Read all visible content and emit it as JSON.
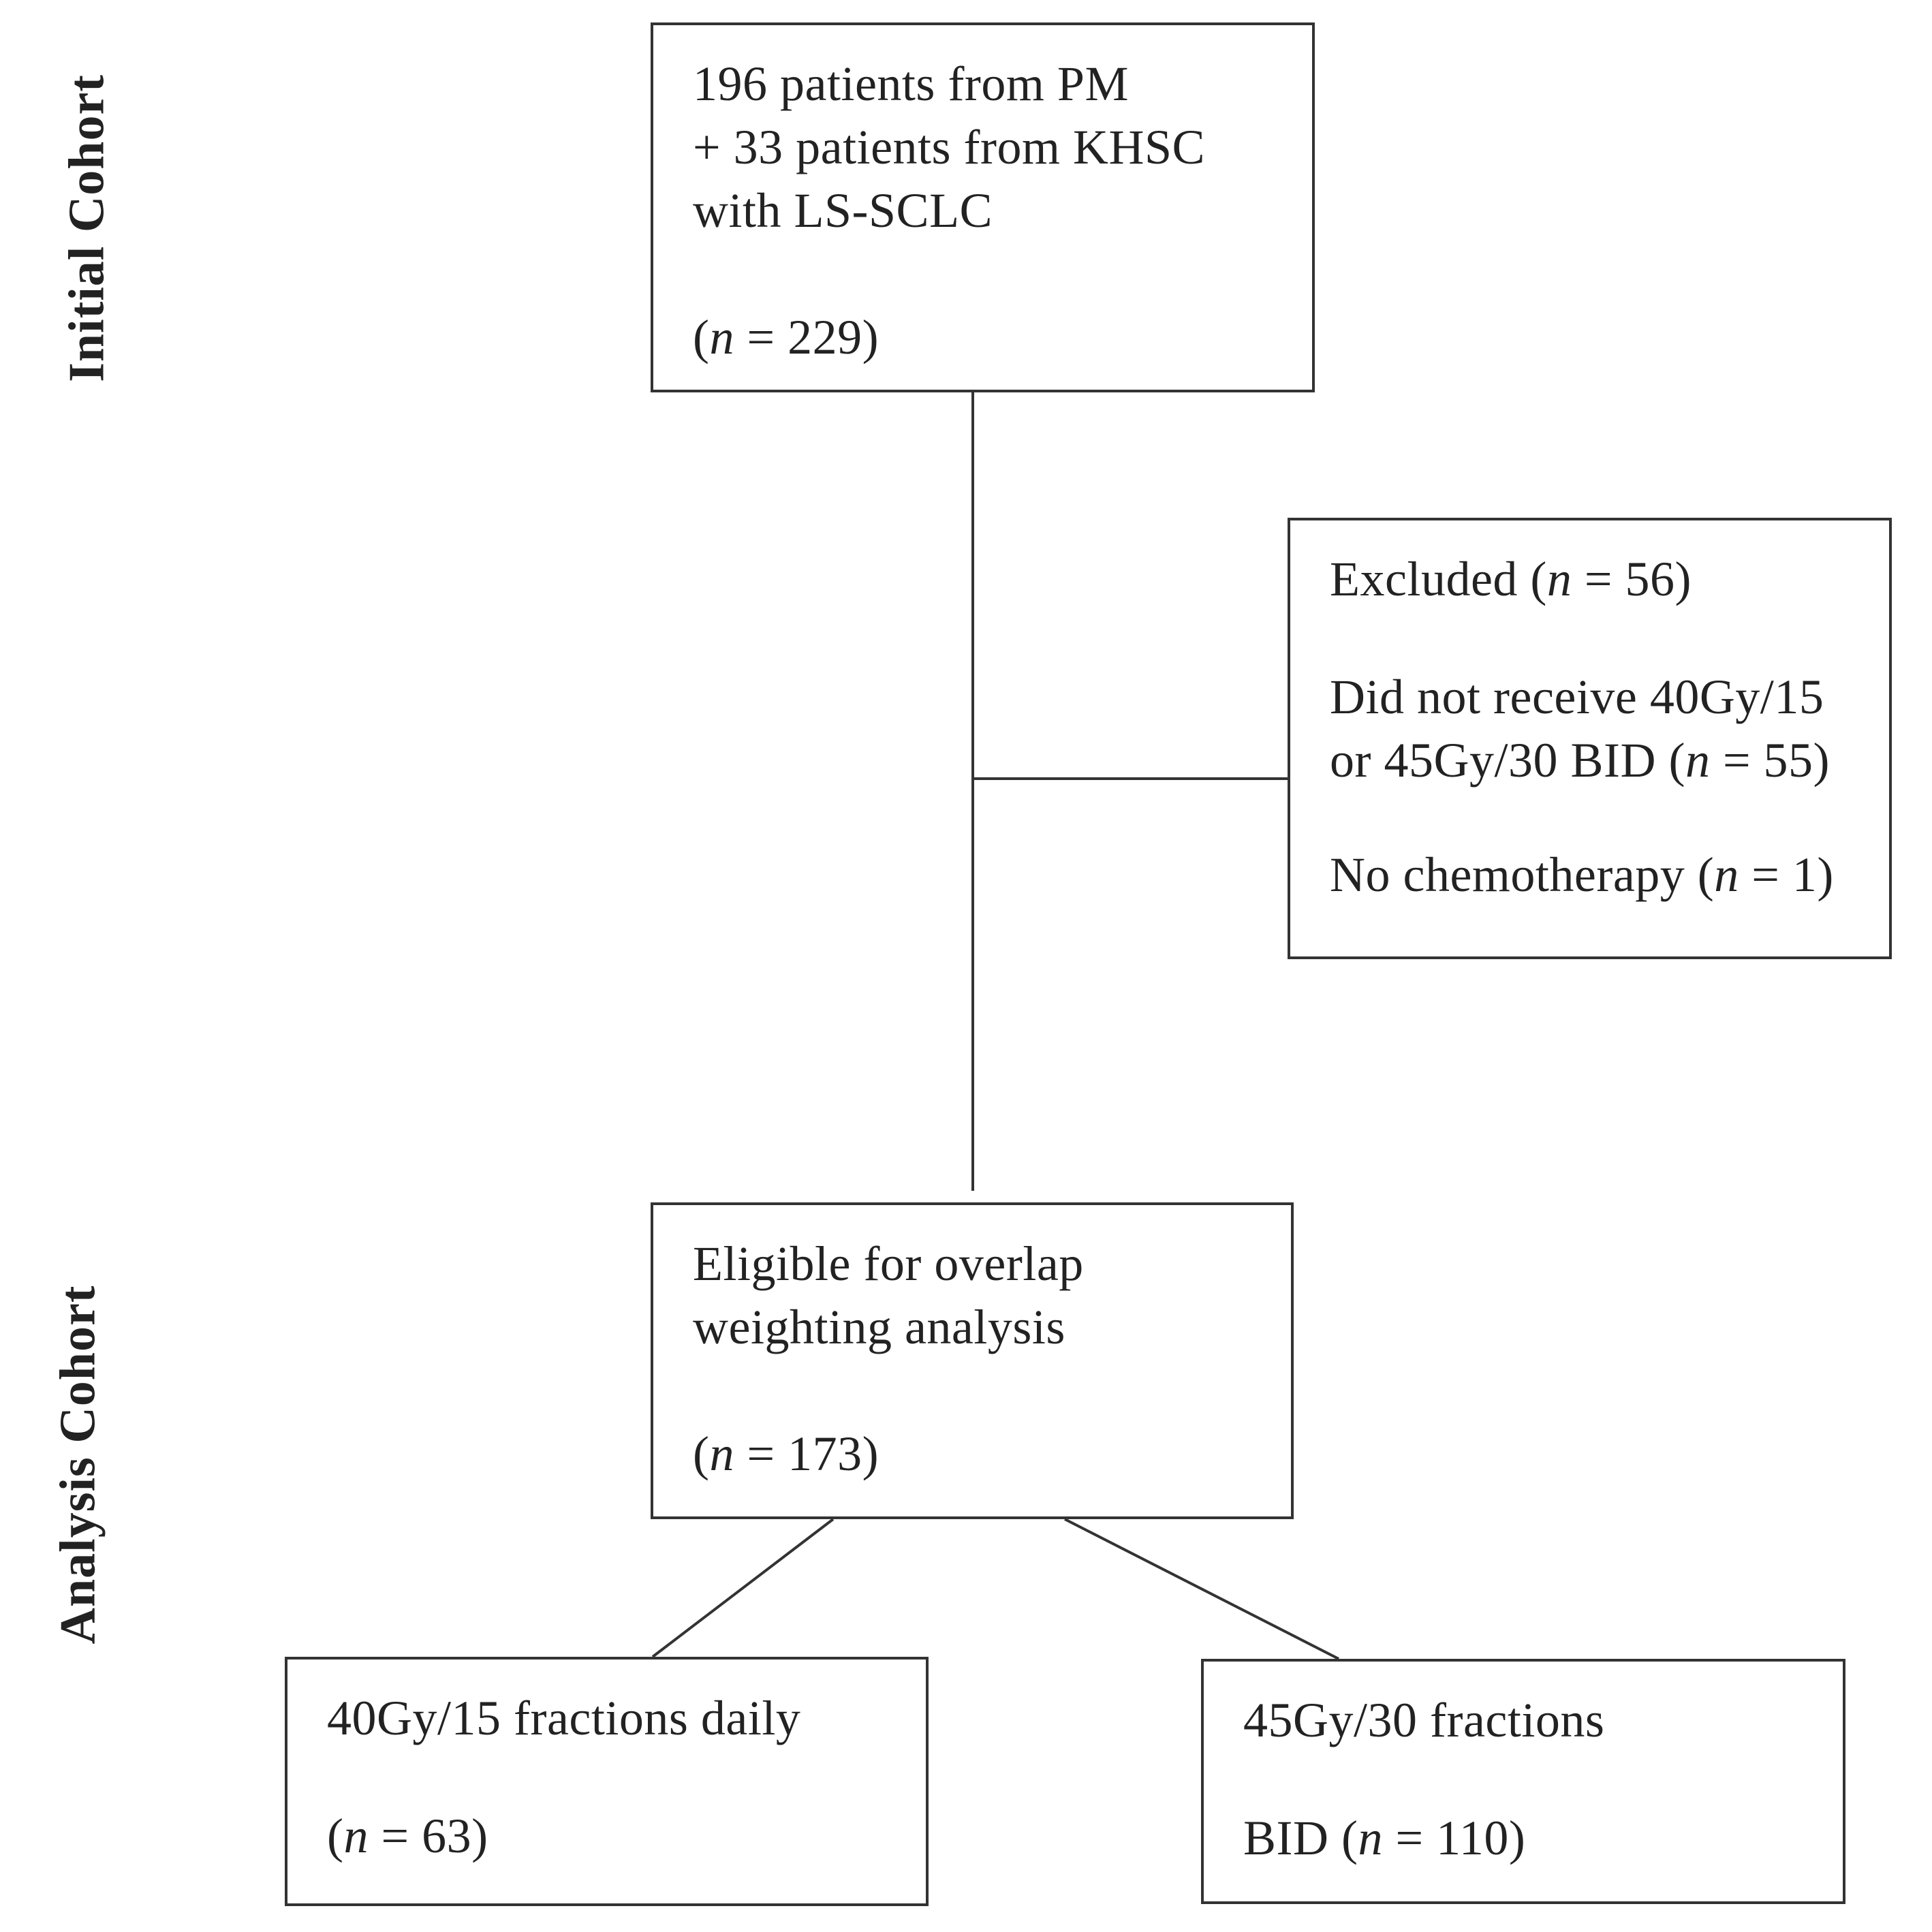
{
  "side_labels": {
    "initial": "Initial Cohort",
    "analysis": "Analysis Cohort"
  },
  "boxes": {
    "initial": {
      "line1": "196 patients from PM",
      "line2": "+ 33 patients from KHSC",
      "line3": "with LS-SCLC",
      "count_prefix": "(",
      "count_var": "n",
      "count_suffix": " = 229)"
    },
    "excluded": {
      "title_prefix": "Excluded (",
      "title_var": "n",
      "title_suffix": " = 56)",
      "reason1_line1": "Did not receive 40Gy/15",
      "reason1_line2_prefix": "or 45Gy/30 BID (",
      "reason1_line2_var": "n",
      "reason1_line2_suffix": " = 55)",
      "reason2_prefix": "No chemotherapy (",
      "reason2_var": "n",
      "reason2_suffix": " = 1)"
    },
    "eligible": {
      "line1": "Eligible for overlap",
      "line2": "weighting analysis",
      "count_prefix": "(",
      "count_var": "n",
      "count_suffix": " = 173)"
    },
    "arm_40gy": {
      "line1": "40Gy/15 fractions daily",
      "count_prefix": "(",
      "count_var": "n",
      "count_suffix": " = 63)"
    },
    "arm_45gy": {
      "line1": "45Gy/30 fractions",
      "count_prefix": "BID (",
      "count_var": "n",
      "count_suffix": " = 110)"
    }
  },
  "colors": {
    "line": "#333333",
    "text": "#222222",
    "background": "#ffffff"
  }
}
